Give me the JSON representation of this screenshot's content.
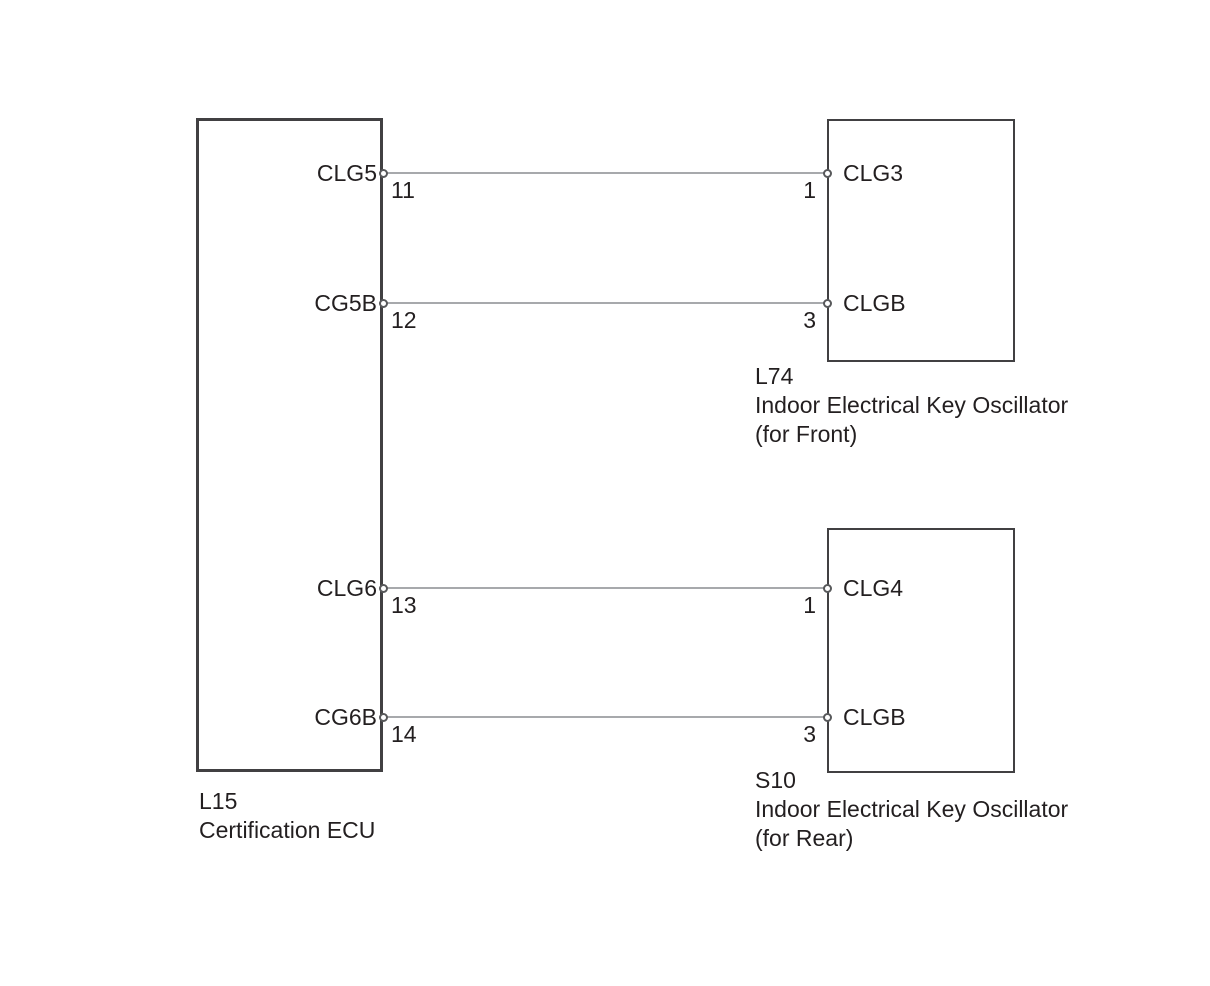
{
  "diagram": {
    "kind": "wiring-diagram",
    "colors": {
      "background": "#ffffff",
      "box_border": "#414042",
      "wire": "#a7a9ac",
      "terminal_stroke": "#58595b",
      "text": "#231f20"
    },
    "components": [
      {
        "code": "L15",
        "name": "Certification ECU",
        "qualifier": "",
        "pins": [
          {
            "signal": "CLG5",
            "pin": "11"
          },
          {
            "signal": "CG5B",
            "pin": "12"
          },
          {
            "signal": "CLG6",
            "pin": "13"
          },
          {
            "signal": "CG6B",
            "pin": "14"
          }
        ]
      },
      {
        "code": "L74",
        "name": "Indoor Electrical Key Oscillator",
        "qualifier": "(for Front)",
        "pins": [
          {
            "signal": "CLG3",
            "pin": "1"
          },
          {
            "signal": "CLGB",
            "pin": "3"
          }
        ]
      },
      {
        "code": "S10",
        "name": "Indoor Electrical Key Oscillator",
        "qualifier": "(for Rear)",
        "pins": [
          {
            "signal": "CLG4",
            "pin": "1"
          },
          {
            "signal": "CLGB",
            "pin": "3"
          }
        ]
      }
    ],
    "connections": [
      {
        "from_component": "L15",
        "from_signal": "CLG5",
        "from_pin": "11",
        "to_component": "L74",
        "to_signal": "CLG3",
        "to_pin": "1"
      },
      {
        "from_component": "L15",
        "from_signal": "CG5B",
        "from_pin": "12",
        "to_component": "L74",
        "to_signal": "CLGB",
        "to_pin": "3"
      },
      {
        "from_component": "L15",
        "from_signal": "CLG6",
        "from_pin": "13",
        "to_component": "S10",
        "to_signal": "CLG4",
        "to_pin": "1"
      },
      {
        "from_component": "L15",
        "from_signal": "CG6B",
        "from_pin": "14",
        "to_component": "S10",
        "to_signal": "CLGB",
        "to_pin": "3"
      }
    ]
  }
}
